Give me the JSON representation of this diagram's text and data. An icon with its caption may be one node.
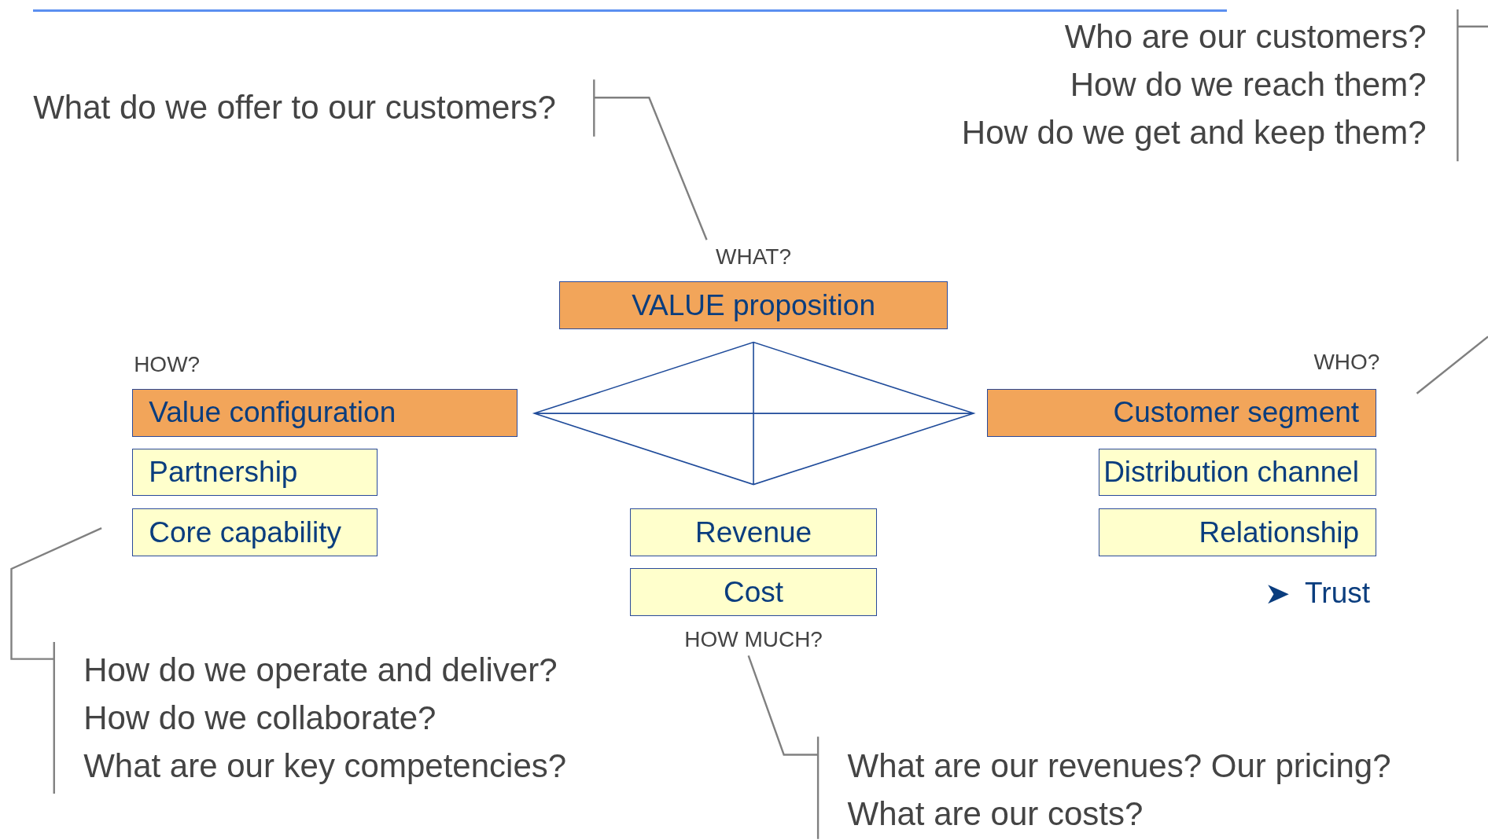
{
  "diagram": {
    "nodes": [
      {
        "text": [
          "What do we offer to our customers?"
        ]
      },
      {
        "text": [
          "WHAT?"
        ]
      },
      {
        "text": [
          "VALUE proposition"
        ]
      },
      {
        "text": [
          "HOW?"
        ]
      },
      {
        "text": [
          "Value configuration"
        ]
      },
      {
        "text": [
          "Partnership"
        ]
      },
      {
        "text": [
          "Core capability"
        ]
      },
      {
        "text": [
          "WHO?"
        ]
      },
      {
        "text": [
          "Customer segment"
        ]
      },
      {
        "text": [
          "Distribution channel"
        ]
      },
      {
        "text": [
          "Relationship"
        ]
      },
      {
        "text": [
          "Revenue"
        ]
      },
      {
        "text": [
          "Cost"
        ]
      },
      {
        "text": [
          "HOW MUCH?"
        ]
      },
      {
        "text": [
          "Who are our customers?",
          "How do we reach them?",
          "How do we get and keep them?"
        ]
      },
      {
        "text": [
          "How do we operate and deliver?",
          "How do we collaborate?",
          "What are our key competencies?"
        ]
      },
      {
        "text": [
          "What are our revenues? Our pricing?",
          "What are our costs?"
        ]
      }
    ],
    "edges": [
      {
        "from": 0,
        "to": 1,
        "arrow": "none"
      },
      {
        "from": 14,
        "to": null,
        "arrow": "none"
      },
      {
        "from": 15,
        "to": null,
        "arrow": "none"
      },
      {
        "from": 16,
        "to": 13,
        "arrow": "none"
      }
    ],
    "labels": [
      "Trust"
    ]
  }
}
